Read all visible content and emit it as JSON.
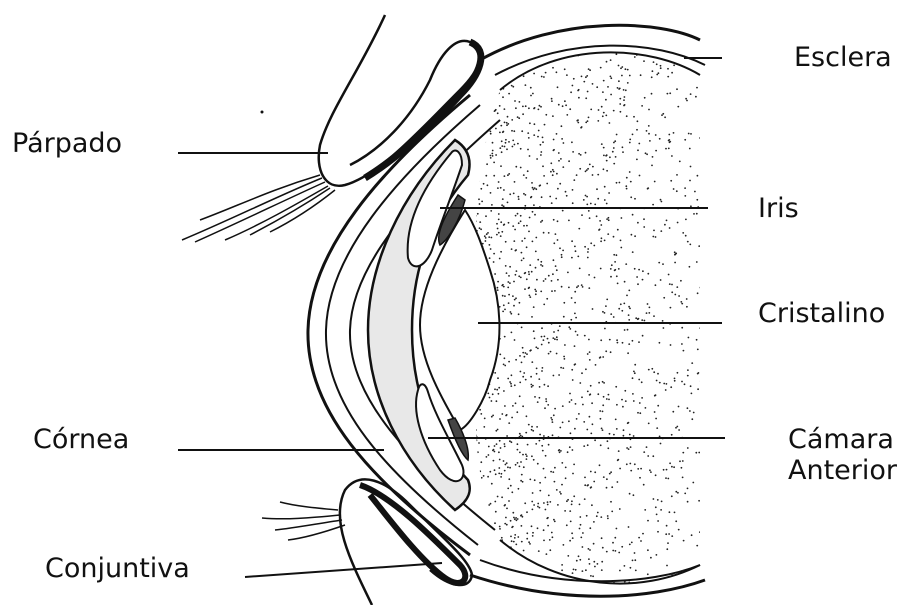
{
  "labels": {
    "parpado": "Párpado",
    "esclera": "Esclera",
    "iris": "Iris",
    "cristalino": "Cristalino",
    "cornea": "Córnea",
    "camara_line1": "Cámara",
    "camara_line2": "Anterior",
    "conjuntiva": "Conjuntiva"
  },
  "colors": {
    "ink": "#111111",
    "background": "#ffffff"
  }
}
